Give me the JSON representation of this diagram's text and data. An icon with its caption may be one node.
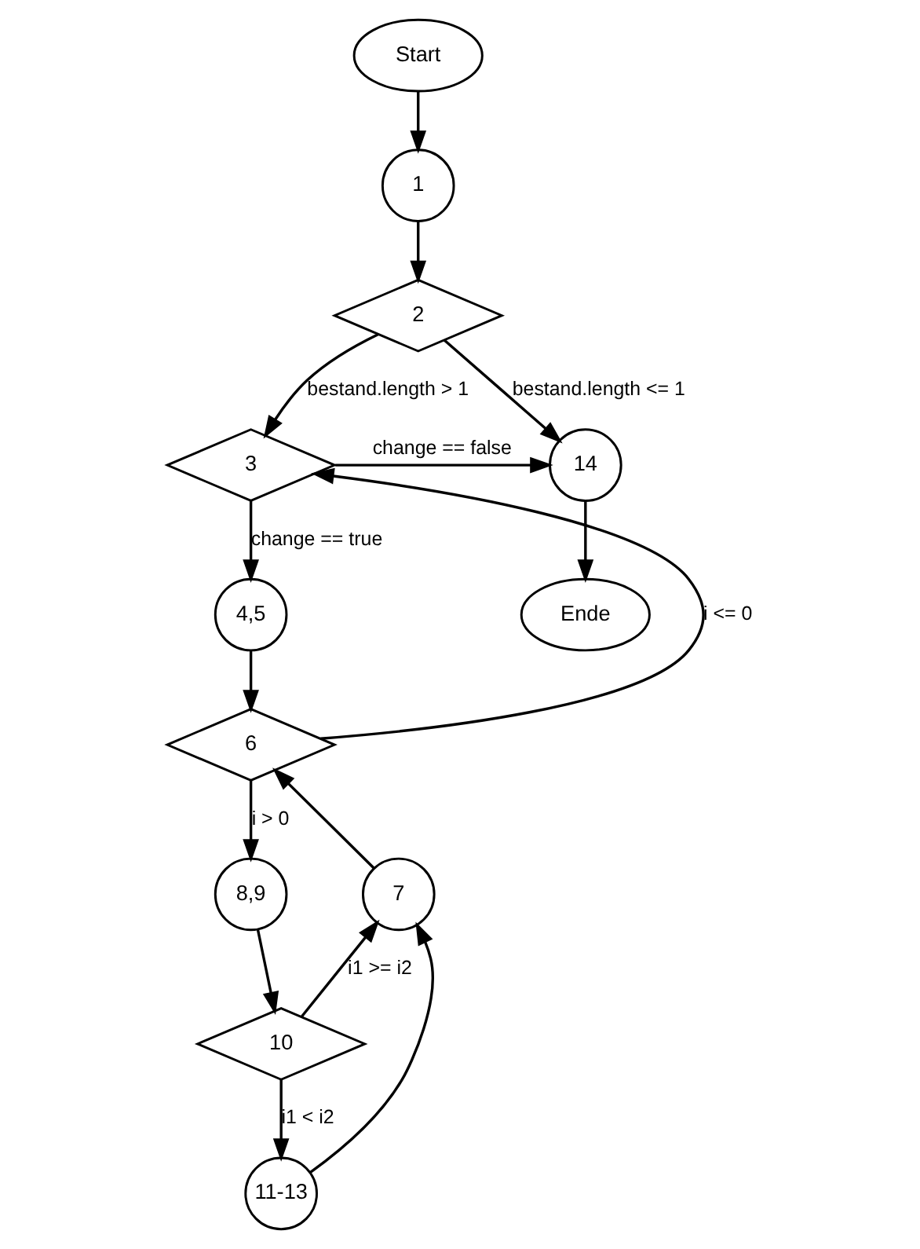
{
  "diagram": {
    "nodes": [
      {
        "text": [
          "Start"
        ]
      },
      {
        "text": [
          "1"
        ]
      },
      {
        "text": [
          "2"
        ]
      },
      {
        "text": [
          "14"
        ]
      },
      {
        "text": [
          "3"
        ]
      },
      {
        "text": [
          "4,5"
        ]
      },
      {
        "text": [
          "Ende"
        ]
      },
      {
        "text": [
          "6"
        ]
      },
      {
        "text": [
          "8,9"
        ]
      },
      {
        "text": [
          "7"
        ]
      },
      {
        "text": [
          "10"
        ]
      },
      {
        "text": [
          "11-13"
        ]
      }
    ],
    "edges": [
      {
        "from": 0,
        "to": 1,
        "arrow": "to"
      },
      {
        "from": 1,
        "to": 2,
        "arrow": "to"
      },
      {
        "from": 2,
        "to": 4,
        "arrow": "to",
        "label": "bestand.length > 1"
      },
      {
        "from": 2,
        "to": 3,
        "arrow": "to",
        "label": "bestand.length <= 1"
      },
      {
        "from": 4,
        "to": 5,
        "arrow": "to",
        "label": "change == true"
      },
      {
        "from": 4,
        "to": 3,
        "arrow": "to",
        "label": "change == false"
      },
      {
        "from": 3,
        "to": 6,
        "arrow": "to"
      },
      {
        "from": 5,
        "to": 7,
        "arrow": "to"
      },
      {
        "from": 7,
        "to": 4,
        "arrow": "to",
        "label": "i <= 0"
      },
      {
        "from": 7,
        "to": 8,
        "arrow": "to",
        "label": "i > 0"
      },
      {
        "from": 8,
        "to": 10,
        "arrow": "to"
      },
      {
        "from": 10,
        "to": 9,
        "arrow": "to",
        "label": "i1 >= i2"
      },
      {
        "from": 10,
        "to": 11,
        "arrow": "to",
        "label": "i1 < i2"
      },
      {
        "from": 11,
        "to": 9,
        "arrow": "to"
      },
      {
        "from": 9,
        "to": 7,
        "arrow": "to"
      }
    ]
  }
}
